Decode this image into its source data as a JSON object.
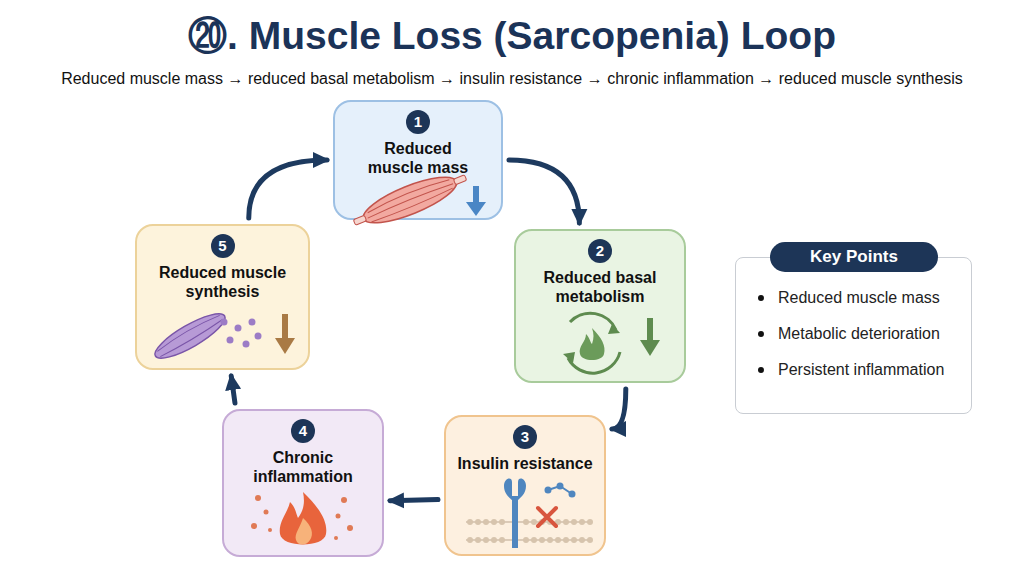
{
  "diagram": {
    "title": "⑳. Muscle Loss (Sarcopenia) Loop",
    "caption": "Reduced muscle mass → reduced basal metabolism → insulin resistance → chronic inflammation → reduced muscle synthesis",
    "nodes": [
      {
        "text": [
          "1",
          "Reduced muscle mass"
        ]
      },
      {
        "text": [
          "2",
          "Reduced basal metabolism"
        ]
      },
      {
        "text": [
          "3",
          "Insulin resistance"
        ]
      },
      {
        "text": [
          "4",
          "Chronic inflammation"
        ]
      },
      {
        "text": [
          "5",
          "Reduced muscle synthesis"
        ]
      },
      {
        "text": [
          "Key Points",
          "Reduced muscle mass",
          "Metabolic deterioration",
          "Persistent inflammation"
        ]
      }
    ],
    "edges": [
      {
        "from": 0,
        "to": 1,
        "arrow": "to"
      },
      {
        "from": 1,
        "to": 2,
        "arrow": "to"
      },
      {
        "from": 2,
        "to": 3,
        "arrow": "to"
      },
      {
        "from": 3,
        "to": 4,
        "arrow": "to"
      },
      {
        "from": 4,
        "to": 0,
        "arrow": "to"
      }
    ]
  }
}
